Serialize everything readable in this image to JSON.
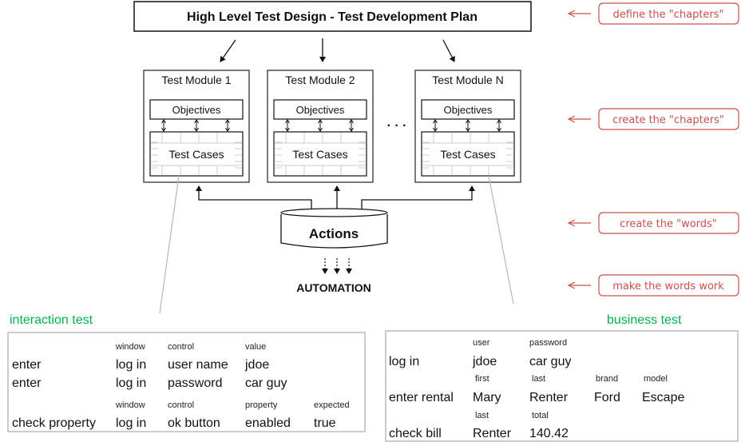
{
  "title": "High Level Test Design - Test Development Plan",
  "modules": [
    {
      "name": "Test Module 1",
      "objectives": "Objectives",
      "test_cases": "Test Cases"
    },
    {
      "name": "Test Module 2",
      "objectives": "Objectives",
      "test_cases": "Test Cases"
    },
    {
      "name": "Test Module N",
      "objectives": "Objectives",
      "test_cases": "Test Cases"
    }
  ],
  "ellipsis": "· · ·",
  "actions": "Actions",
  "automation": "AUTOMATION",
  "notes": [
    "define the \"chapters\"",
    "create the \"chapters\"",
    "create the \"words\"",
    "make the words work"
  ],
  "colors": {
    "note": "#c9504d",
    "label": "#00b050"
  },
  "interaction": {
    "label": "interaction test",
    "h1": [
      "window",
      "control",
      "value"
    ],
    "r1": [
      "enter",
      "log in",
      "user name",
      "jdoe"
    ],
    "r2": [
      "enter",
      "log in",
      "password",
      "car guy"
    ],
    "h2": [
      "window",
      "control",
      "property",
      "expected"
    ],
    "r3": [
      "check property",
      "log in",
      "ok button",
      "enabled",
      "true"
    ]
  },
  "business": {
    "label": "business test",
    "h1": [
      "user",
      "password"
    ],
    "r1": [
      "log in",
      "jdoe",
      "car guy"
    ],
    "h2": [
      "first",
      "last",
      "brand",
      "model"
    ],
    "r2": [
      "enter rental",
      "Mary",
      "Renter",
      "Ford",
      "Escape"
    ],
    "h3": [
      "last",
      "total"
    ],
    "r3": [
      "check bill",
      "Renter",
      "140.42"
    ]
  }
}
